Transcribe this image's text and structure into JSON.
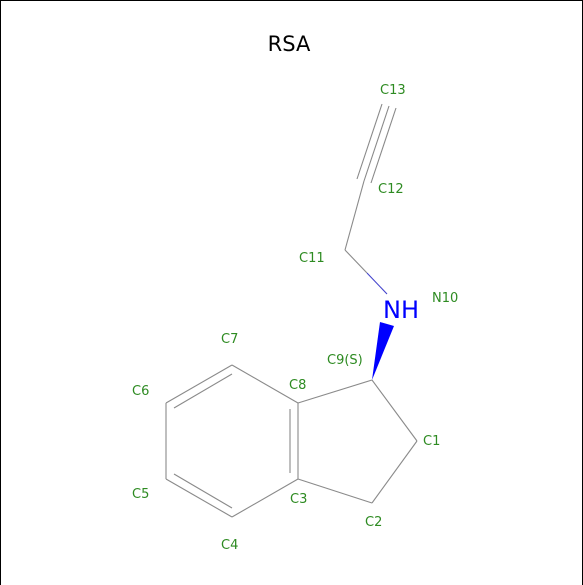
{
  "title": "RSA",
  "colors": {
    "bond": "#8a8a8a",
    "label": "#2e8b22",
    "heteroatom": "#0000ff",
    "wedge": "#0000ff"
  },
  "atoms": {
    "c13": "C13",
    "c12": "C12",
    "c11": "C11",
    "nh": "NH",
    "n10": "N10",
    "c9": "C9(S)",
    "c7": "C7",
    "c8": "C8",
    "c6": "C6",
    "c1": "C1",
    "c5": "C5",
    "c3": "C3",
    "c2": "C2",
    "c4": "C4"
  }
}
